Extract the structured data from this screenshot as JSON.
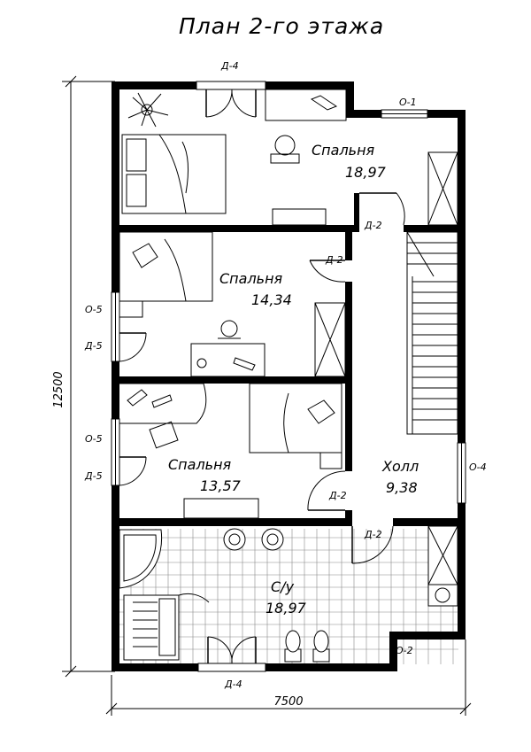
{
  "plan": {
    "title": "План   2-го этажа",
    "rooms": {
      "bedroom_top": {
        "name": "Спальня",
        "area": "18,97"
      },
      "bedroom_middle": {
        "name": "Спальня",
        "area": "14,34"
      },
      "bedroom_lower": {
        "name": "Спальня",
        "area": "13,57"
      },
      "hall": {
        "name": "Холл",
        "area": "9,38"
      },
      "bathroom": {
        "name": "С/у",
        "area": "18,97"
      }
    },
    "door_tags": {
      "top_exterior": "Д-4",
      "bottom_exterior": "Д-4",
      "bedroom_top": "Д-2",
      "bedroom_middle": "Д-2",
      "bedroom_lower": "Д-2",
      "bathroom": "Д-2",
      "left_upper": "Д-5",
      "left_lower": "Д-5"
    },
    "window_tags": {
      "top": "О-1",
      "left_upper": "О-5",
      "left_lower": "О-5",
      "right": "О-4",
      "bottom_right": "О-2"
    },
    "dimensions": {
      "width": "7500",
      "height": "12500"
    }
  }
}
